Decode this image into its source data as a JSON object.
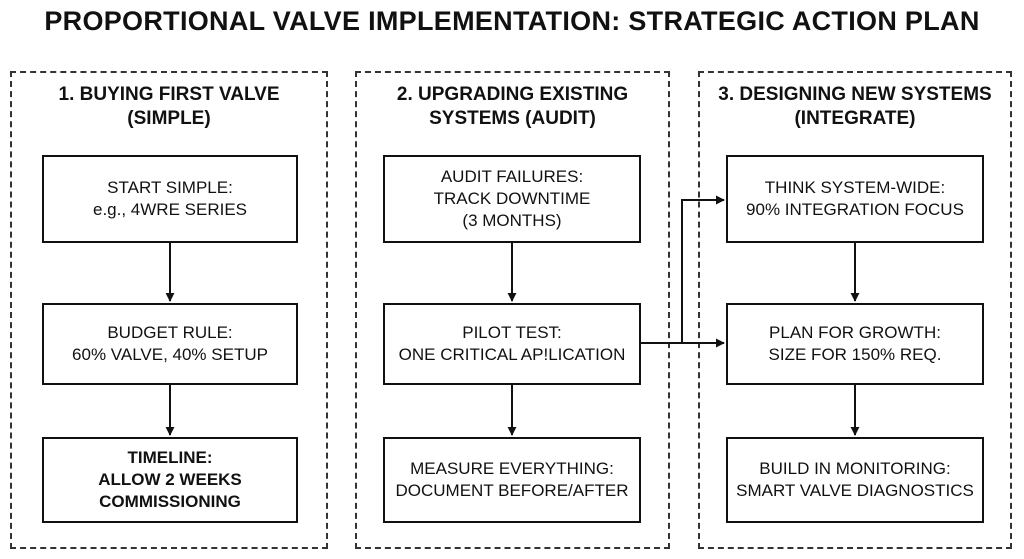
{
  "title": "PROPORTIONAL VALVE IMPLEMENTATION: STRATEGIC ACTION PLAN",
  "panels": [
    {
      "title_lines": [
        "1. BUYING FIRST VALVE",
        "(SIMPLE)"
      ],
      "steps": [
        {
          "lines": [
            "START SIMPLE:",
            "e.g., 4WRE SERIES"
          ]
        },
        {
          "lines": [
            "BUDGET RULE:",
            "60% VALVE, 40% SETUP"
          ]
        },
        {
          "lines": [
            "TIMELINE:",
            "ALLOW 2 WEEKS",
            "COMMISSIONING"
          ]
        }
      ]
    },
    {
      "title_lines": [
        "2. UPGRADING EXISTING",
        "SYSTEMS (AUDIT)"
      ],
      "steps": [
        {
          "lines": [
            "AUDIT FAILURES:",
            "TRACK DOWNTIME",
            "(3 MONTHS)"
          ]
        },
        {
          "lines": [
            "PILOT TEST:",
            "ONE CRITICAL AP!LICATION"
          ]
        },
        {
          "lines": [
            "MEASURE EVERYTHING:",
            "DOCUMENT BEFORE/AFTER"
          ]
        }
      ]
    },
    {
      "title_lines": [
        "3. DESIGNING NEW SYSTEMS",
        "(INTEGRATE)"
      ],
      "steps": [
        {
          "lines": [
            "THINK SYSTEM-WIDE:",
            "90% INTEGRATION FOCUS"
          ]
        },
        {
          "lines": [
            "PLAN FOR GROWTH:",
            "SIZE FOR 150% REQ."
          ]
        },
        {
          "lines": [
            "BUILD IN MONITORING:",
            "SMART VALVE DIAGNOSTICS"
          ]
        }
      ]
    }
  ]
}
